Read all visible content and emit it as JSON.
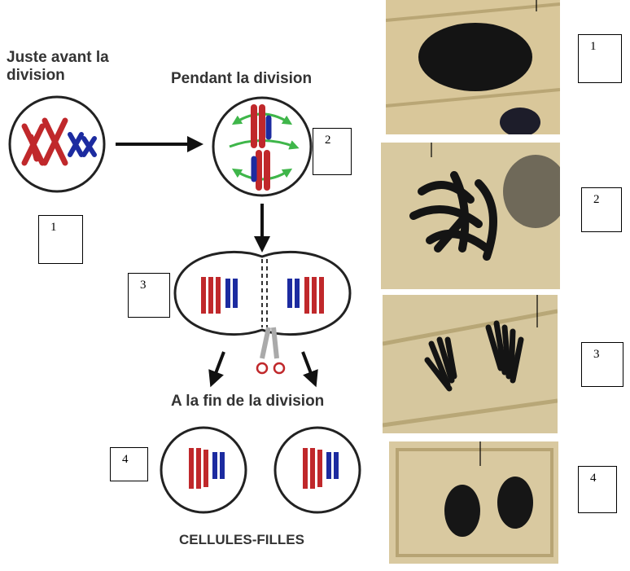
{
  "labels": {
    "before": "Juste avant la division",
    "during": "Pendant la division",
    "end": "A la fin de la division",
    "daughters": "CELLULES-FILLES"
  },
  "boxes": {
    "b1": "1",
    "b2": "2",
    "b3": "3",
    "b4": "4",
    "p1": "1",
    "p2": "2",
    "p3": "3",
    "p4": "4"
  },
  "colors": {
    "red": "#c0282b",
    "blue": "#1c2ba0",
    "green": "#3fb64a",
    "photo_bg": "#d9c79a",
    "stain": "#141414"
  }
}
